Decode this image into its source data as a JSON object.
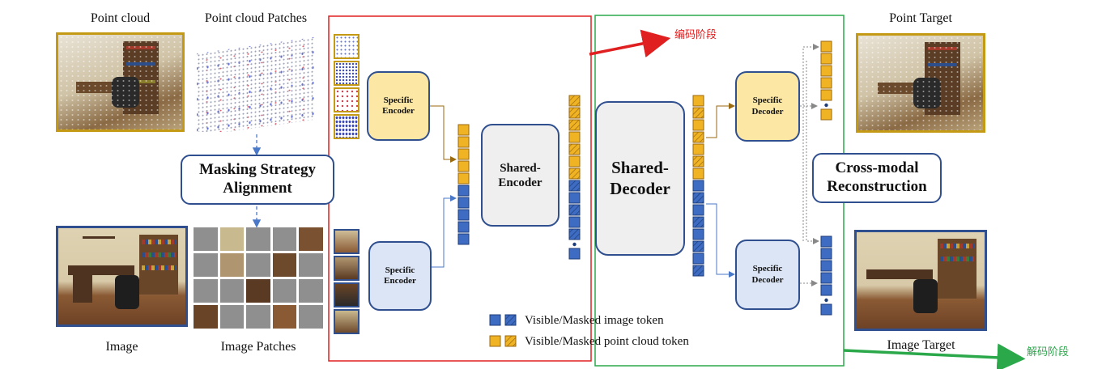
{
  "labels": {
    "point_cloud": "Point cloud",
    "point_cloud_patches": "Point cloud Patches",
    "point_target": "Point Target",
    "image": "Image",
    "image_patches": "Image Patches",
    "image_target": "Image Target"
  },
  "boxes": {
    "masking_strategy": "Masking Strategy\nAlignment",
    "specific_encoder_top": "Specific\nEncoder",
    "specific_encoder_bottom": "Specific\nEncoder",
    "shared_encoder": "Shared-\nEncoder",
    "shared_decoder": "Shared-\nDecoder",
    "specific_decoder_top": "Specific\nDecoder",
    "specific_decoder_bottom": "Specific\nDecoder",
    "cross_modal": "Cross-modal\nReconstruction"
  },
  "legend": {
    "image_token": "Visible/Masked image token",
    "point_token": "Visible/Masked point cloud token"
  },
  "stages": {
    "encoding": "编码阶段",
    "decoding": "解码阶段"
  },
  "colors": {
    "gold_token": "#f0b323",
    "blue_token": "#3d6cc2",
    "red_stage": "#e02020",
    "green_stage": "#2aa84a"
  }
}
